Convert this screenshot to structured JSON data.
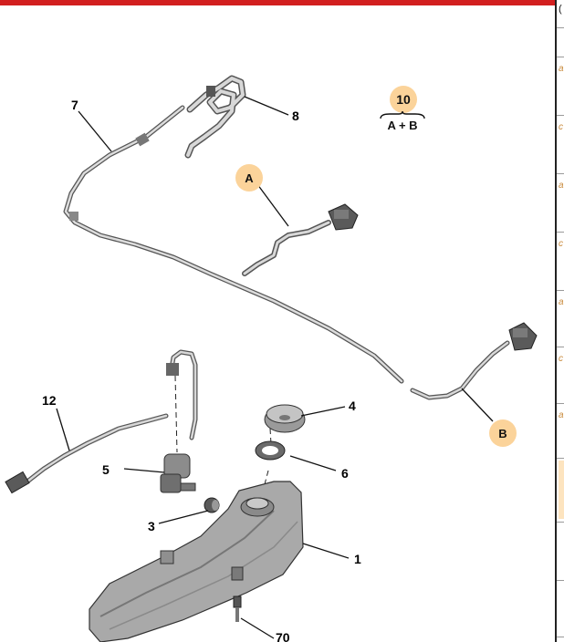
{
  "callouts": {
    "c1": "1",
    "c3": "3",
    "c4": "4",
    "c5": "5",
    "c6": "6",
    "c7": "7",
    "c8": "8",
    "c12": "12",
    "c70": "70"
  },
  "kit": {
    "number": "10",
    "formula": "A + B"
  },
  "letters": {
    "a": "A",
    "b": "B"
  },
  "side_table": {
    "header": "(",
    "glyphs": [
      "a",
      "c",
      "a",
      "c",
      "a",
      "c",
      "a"
    ]
  },
  "colors": {
    "accent_bar": "#d21f1f",
    "badge": "#fbd39a"
  }
}
